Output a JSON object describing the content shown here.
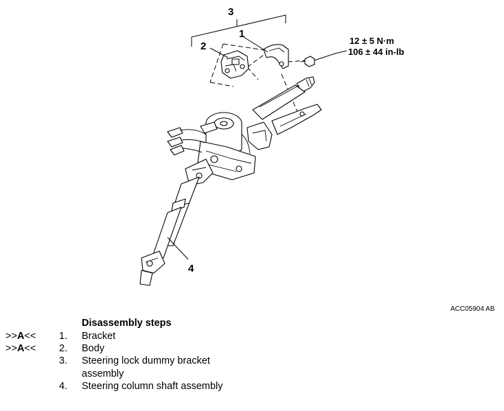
{
  "figure": {
    "callouts": [
      "1",
      "2",
      "3",
      "4"
    ],
    "torque_lines": [
      "12 ± 5 N·m",
      "106 ± 44 in-lb"
    ],
    "figure_code": "ACC05904 AB"
  },
  "disassembly": {
    "title": "Disassembly steps",
    "steps": [
      {
        "marker_prefix": ">>",
        "marker_letter": "A",
        "marker_suffix": "<<",
        "number": "1.",
        "text": "Bracket"
      },
      {
        "marker_prefix": ">>",
        "marker_letter": "A",
        "marker_suffix": "<<",
        "number": "2.",
        "text": "Body"
      },
      {
        "marker_prefix": "",
        "marker_letter": "",
        "marker_suffix": "",
        "number": "3.",
        "text": "Steering lock dummy bracket assembly"
      },
      {
        "marker_prefix": "",
        "marker_letter": "",
        "marker_suffix": "",
        "number": "4.",
        "text": "Steering column shaft assembly"
      }
    ]
  }
}
